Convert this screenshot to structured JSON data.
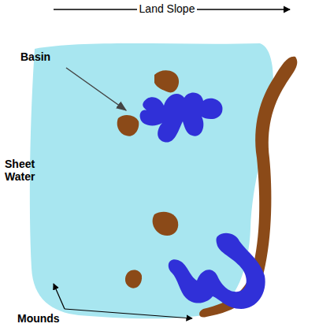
{
  "diagram": {
    "labels": [
      "Land Slope",
      "Basin",
      "Sheet Water",
      "Mounds"
    ]
  }
}
